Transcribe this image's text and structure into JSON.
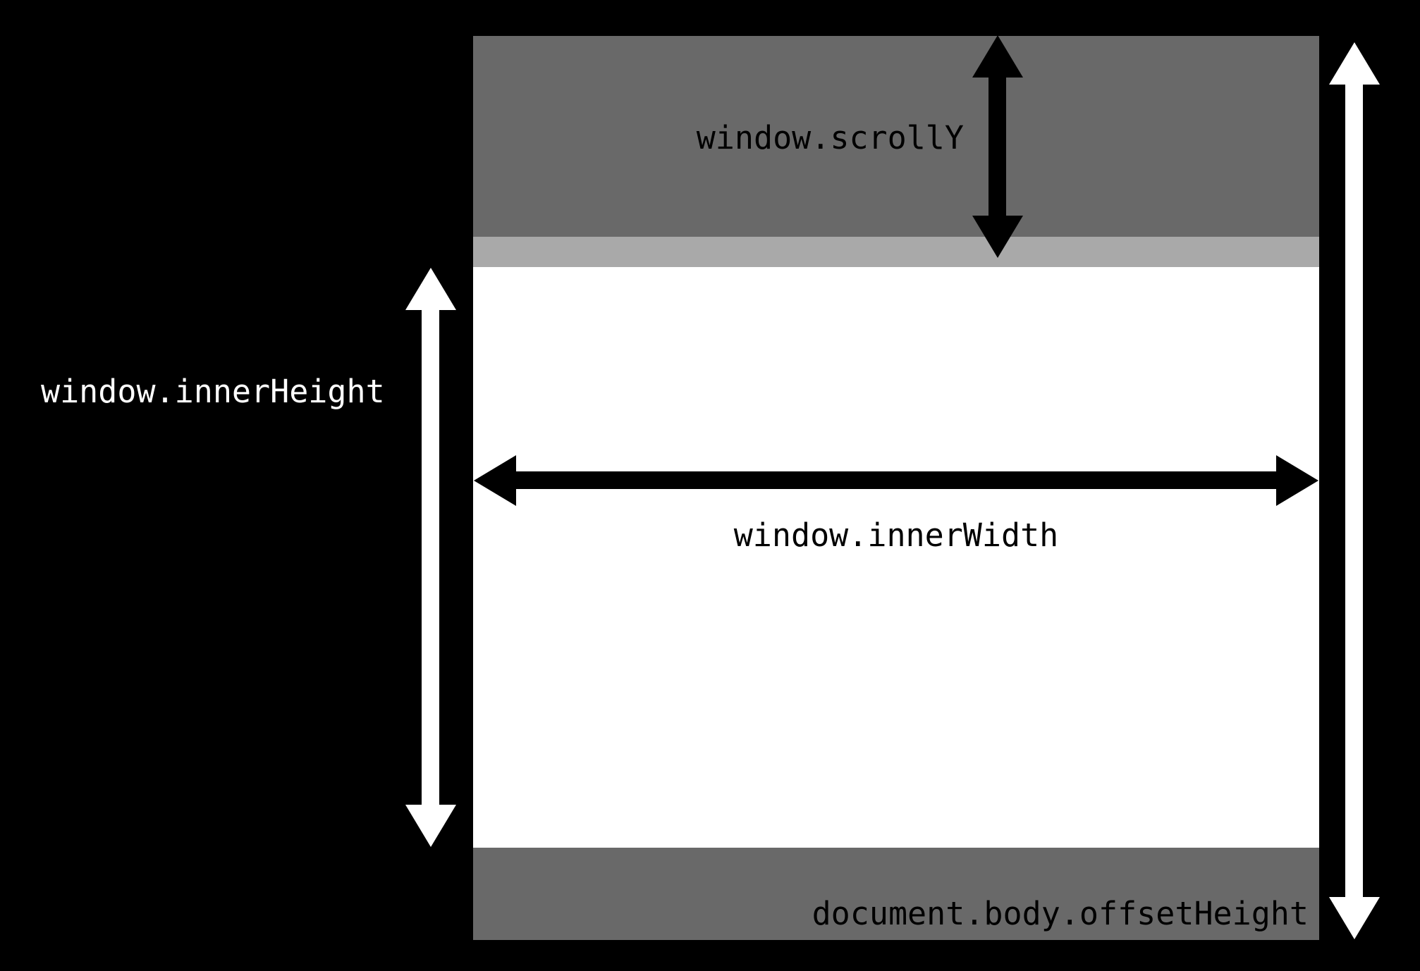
{
  "labels": {
    "scroll_y": "window.scrollY",
    "inner_width": "window.innerWidth",
    "inner_height": "window.innerHeight",
    "offset_height": "document.body.offsetHeight"
  },
  "colors": {
    "background": "#000000",
    "document_fill": "#ffffff",
    "scrolled_region": "#696969",
    "partial_strip": "#a9a9a9",
    "below_region": "#696969",
    "dark_ink": "#000000",
    "light_ink": "#ffffff"
  },
  "arrows": {
    "scroll_y_arrow": "double-headed-vertical-black",
    "inner_width_arrow": "double-headed-horizontal-black",
    "inner_height_arrow": "double-headed-vertical-white",
    "offset_height_arrow": "double-headed-vertical-white"
  }
}
